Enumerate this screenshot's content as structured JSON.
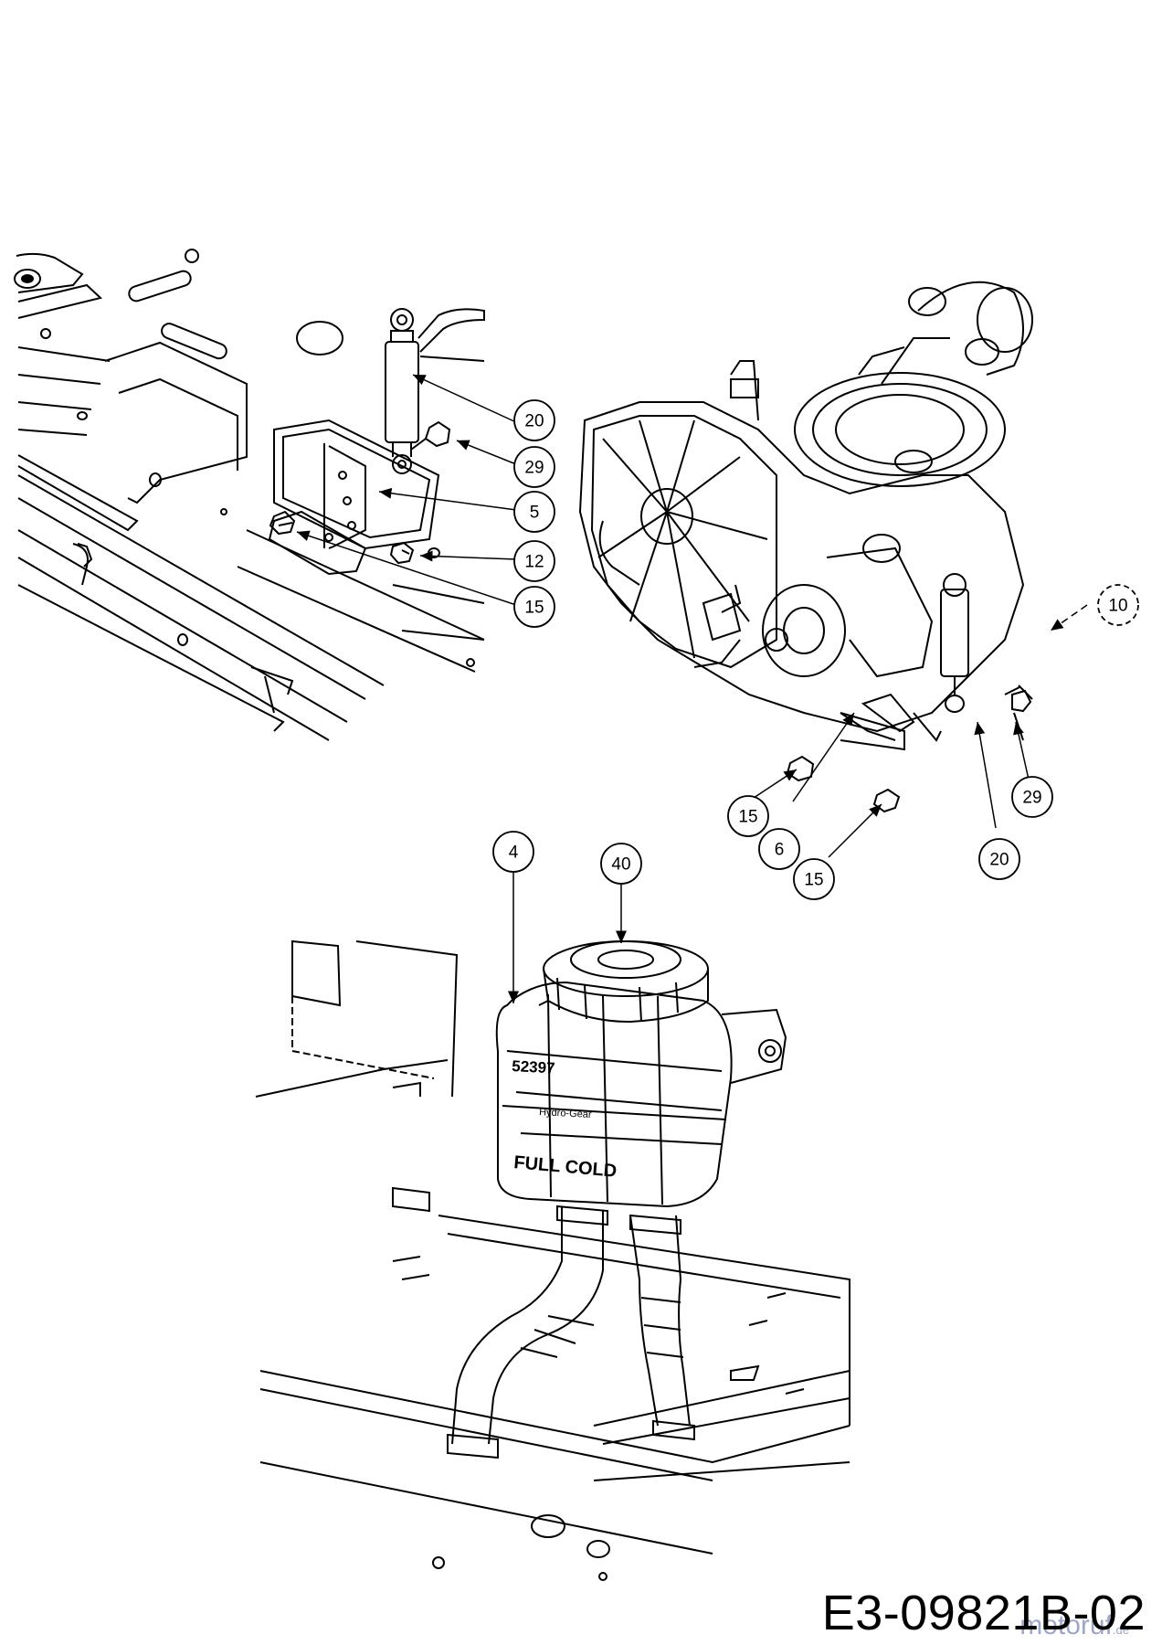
{
  "callouts": {
    "c20_left": "20",
    "c29_left": "29",
    "c5": "5",
    "c12": "12",
    "c15_left": "15",
    "c10": "10",
    "c15_a": "15",
    "c6": "6",
    "c15_b": "15",
    "c20_right": "20",
    "c29_right": "29",
    "c4": "4",
    "c40": "40"
  },
  "tank_labels": {
    "part_number": "52397",
    "brand": "Hydro-Gear",
    "level": "FULL COLD"
  },
  "reference_code": "E3-09821B-02",
  "watermark": {
    "text": "motoruf",
    "suffix": ".de"
  },
  "colors": {
    "line": "#000000",
    "callout_fill": "#ffffff",
    "watermark": "#7d8ab8"
  }
}
